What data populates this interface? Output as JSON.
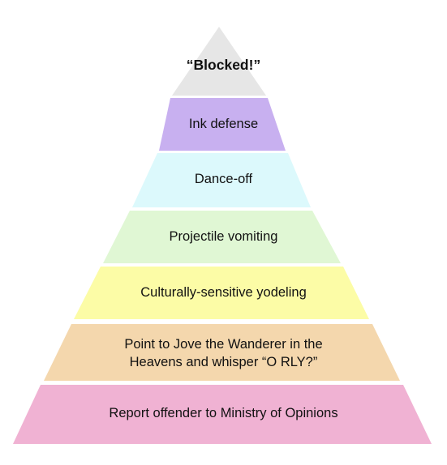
{
  "tiers": [
    {
      "label": "“Blocked!”",
      "color": "#e6e6e6",
      "bold": true
    },
    {
      "label": "Ink defense",
      "color": "#c8b0f0",
      "bold": false
    },
    {
      "label": "Dance-off",
      "color": "#dcf9fc",
      "bold": false
    },
    {
      "label": "Projectile vomiting",
      "color": "#e0f7d4",
      "bold": false
    },
    {
      "label": "Culturally-sensitive yodeling",
      "color": "#fcfca6",
      "bold": false
    },
    {
      "label_line1": "Point to Jove the Wanderer in the",
      "label_line2": "Heavens and whisper “O RLY?”",
      "color": "#f4d7ad",
      "bold": false
    },
    {
      "label": "Report offender to Ministry of Opinions",
      "color": "#f0b2d3",
      "bold": false
    }
  ]
}
